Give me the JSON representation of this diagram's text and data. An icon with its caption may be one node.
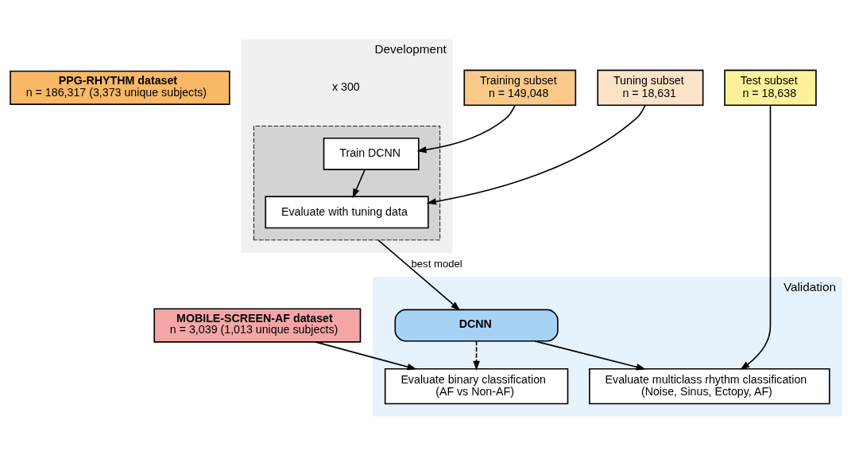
{
  "diagram": {
    "nodes": [
      {
        "text": [
          "PPG-RHYTHM dataset",
          "n = 186,317 (3,373 unique subjects)"
        ]
      },
      {
        "text": [
          "MOBILE-SCREEN-AF dataset",
          "n = 3,039 (1,013 unique subjects)"
        ]
      },
      {
        "text": [
          "Training subset",
          "n = 149,048"
        ]
      },
      {
        "text": [
          "Tuning subset",
          "n = 18,631"
        ]
      },
      {
        "text": [
          "Test subset",
          "n = 18,638"
        ]
      },
      {
        "text": [
          "Development"
        ]
      },
      {
        "text": [],
        "shape": "box",
        "in": 5
      },
      {
        "text": [
          "Train DCNN"
        ],
        "in": 6
      },
      {
        "text": [
          "Evaluate with tuning data"
        ],
        "in": 6
      },
      {
        "text": [
          "Validation"
        ]
      },
      {
        "text": [
          "DCNN"
        ],
        "in": 9
      },
      {
        "text": [
          "Evaluate multiclass rhythm classification",
          "(Noise, Sinus, Ectopy, AF)"
        ],
        "in": 9
      },
      {
        "text": [
          "Evaluate binary classification",
          "(AF vs Non-AF)"
        ],
        "in": 9
      }
    ],
    "edges": [
      {
        "from": 2,
        "to": 7,
        "arrow": "to"
      },
      {
        "from": 3,
        "to": 8,
        "arrow": "to"
      },
      {
        "from": 7,
        "to": 8,
        "arrow": "to"
      },
      {
        "from": 6,
        "to": 10,
        "arrow": "to",
        "label": "best model"
      },
      {
        "from": 4,
        "to": 11,
        "arrow": "to"
      },
      {
        "from": 10,
        "to": 11,
        "arrow": "to"
      },
      {
        "from": 10,
        "to": 12,
        "arrow": "to",
        "style": "dashed"
      },
      {
        "from": 1,
        "to": 12,
        "arrow": "to"
      }
    ],
    "labels": [
      "x 300"
    ]
  }
}
